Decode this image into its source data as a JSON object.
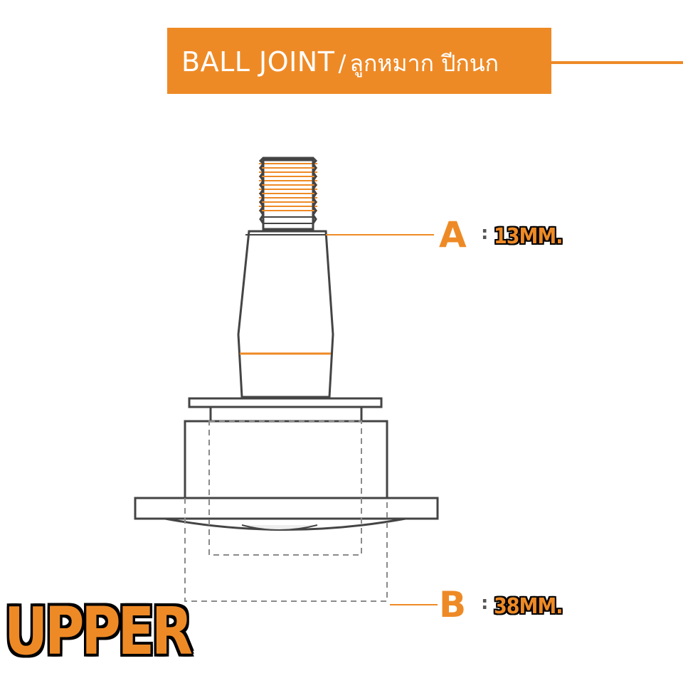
{
  "title": {
    "part_name": "BALL JOINT",
    "separator": "/",
    "part_name_thai": "ลูกหมาก ปีกนก"
  },
  "dimensions": [
    {
      "letter": "A",
      "colon": ":",
      "value": "13MM."
    },
    {
      "letter": "B",
      "colon": ":",
      "value": "38MM."
    }
  ],
  "position_label": "UPPER",
  "colors": {
    "accent": "#ee8a26",
    "outline": "#444444",
    "hidden_line": "#8a8a8a",
    "background": "#ffffff"
  }
}
